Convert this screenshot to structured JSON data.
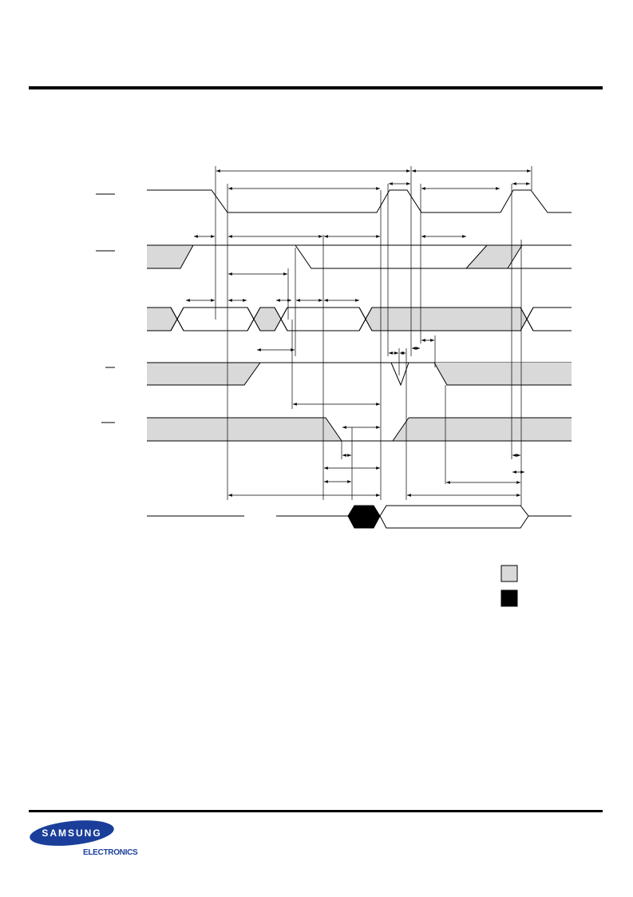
{
  "brand": {
    "logo_text": "SAMSUNG",
    "sub_text": "ELECTRONICS",
    "logo_color": "#1a3e9a"
  },
  "colors": {
    "line": "#000000",
    "dont_care_fill": "#d9d9d9",
    "invalid_fill": "#000000"
  },
  "legend": {
    "items": [
      {
        "swatch": "dont-care",
        "label": ""
      },
      {
        "swatch": "invalid",
        "label": ""
      }
    ]
  },
  "icons": [
    "samsung-logo",
    "dont-care-swatch",
    "invalid-swatch"
  ]
}
